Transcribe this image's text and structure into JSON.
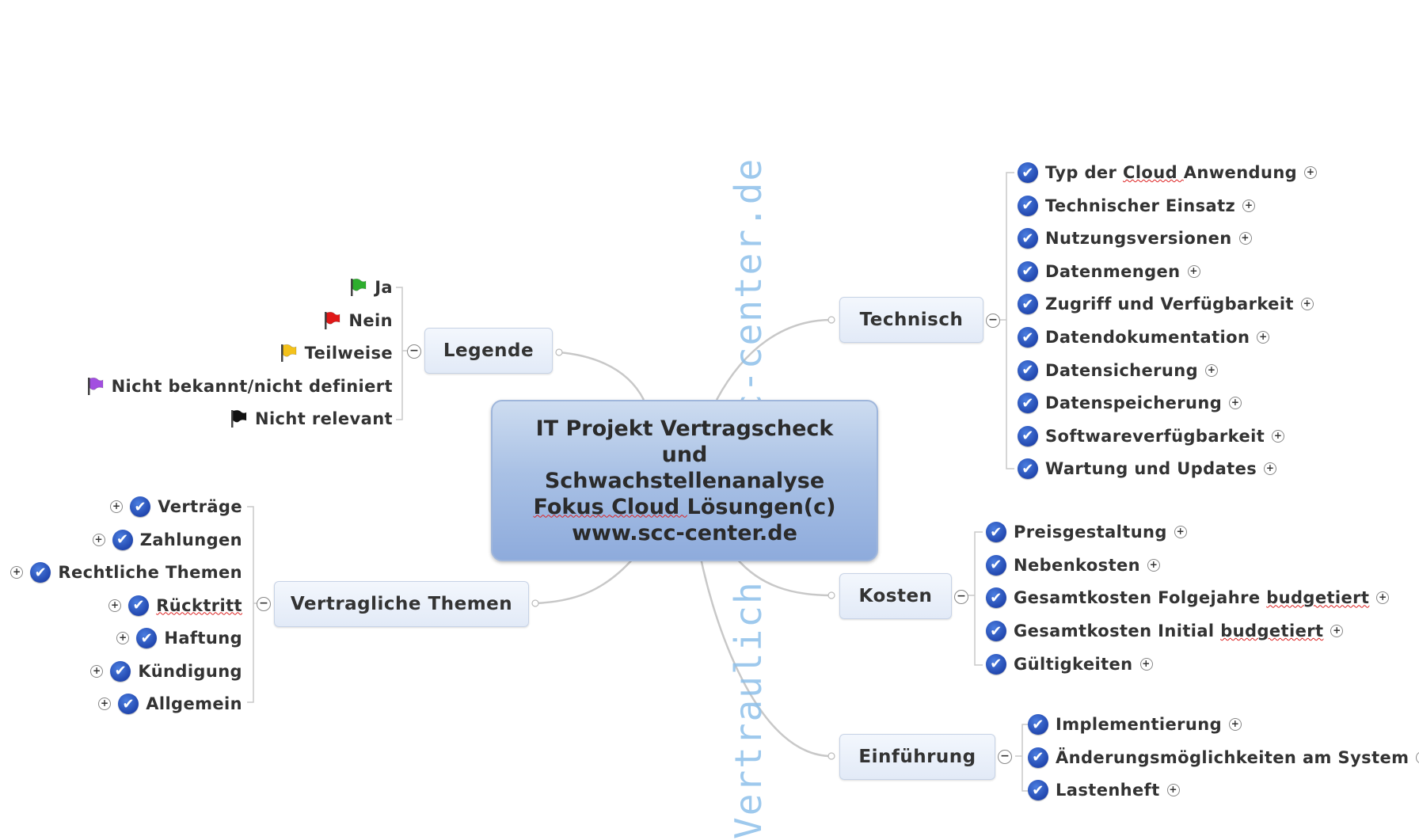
{
  "central": {
    "lines": [
      "IT Projekt Vertragscheck",
      "und",
      "Schwachstellenanalyse",
      "Fokus Cloud Lösungen(c)",
      "www.scc-center.de"
    ]
  },
  "watermark": "Vertraulich www.scc-center.de",
  "colors": {
    "check": "#1a3fae",
    "topic_bg": "#e6edf8",
    "central_bg": "#a9c1e5",
    "watermark": "#8ec0ea",
    "connector": "#c8c8c8"
  },
  "legende": {
    "label": "Legende",
    "items": [
      {
        "label": "Ja",
        "flag": "#2eae2e"
      },
      {
        "label": "Nein",
        "flag": "#e01818"
      },
      {
        "label": "Teilweise",
        "flag": "#f4c21b"
      },
      {
        "label": "Nicht bekannt/nicht definiert",
        "flag": "#a24ee0"
      },
      {
        "label": "Nicht relevant",
        "flag": "#111111"
      }
    ]
  },
  "vertragliche": {
    "label": "Vertragliche Themen",
    "items": [
      "Verträge",
      "Zahlungen",
      "Rechtliche Themen",
      "Rücktritt",
      "Haftung",
      "Kündigung",
      "Allgemein"
    ]
  },
  "technisch": {
    "label": "Technisch",
    "items": [
      "Typ der Cloud Anwendung",
      "Technischer Einsatz",
      "Nutzungsversionen",
      "Datenmengen",
      "Zugriff und Verfügbarkeit",
      "Datendokumentation",
      "Datensicherung",
      "Datenspeicherung",
      "Softwareverfügbarkeit",
      "Wartung und Updates"
    ]
  },
  "kosten": {
    "label": "Kosten",
    "items": [
      "Preisgestaltung",
      "Nebenkosten",
      "Gesamtkosten Folgejahre budgetiert",
      "Gesamtkosten Initial budgetiert",
      "Gültigkeiten"
    ]
  },
  "einfuehrung": {
    "label": "Einführung",
    "items": [
      "Implementierung",
      "Änderungsmöglichkeiten am System",
      "Lastenheft"
    ]
  },
  "icons": {
    "expand": "plus-icon",
    "collapse": "minus-icon",
    "done": "check-icon",
    "legend": "flag-icon"
  }
}
